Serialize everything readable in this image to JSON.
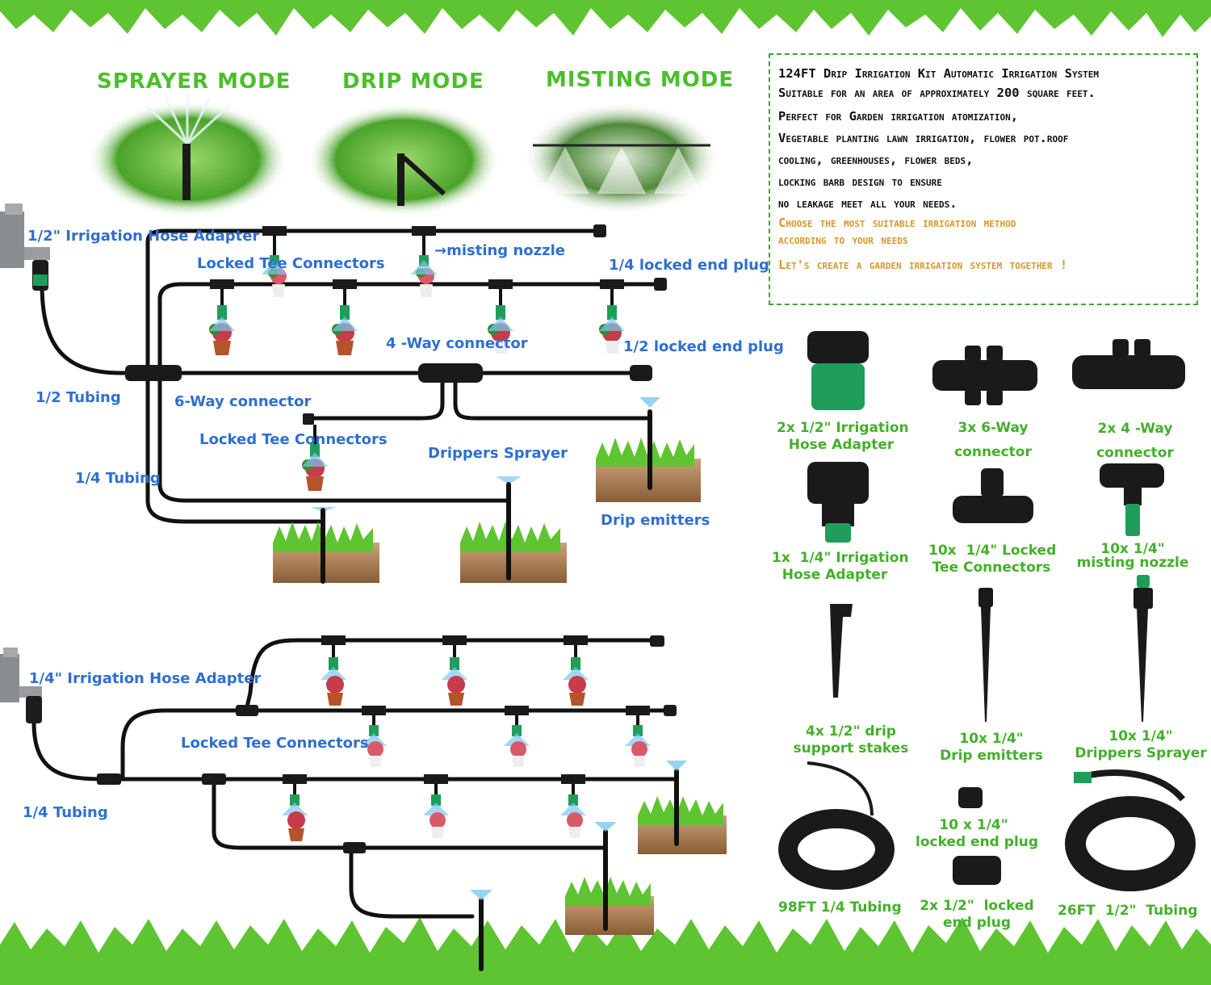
{
  "modes": {
    "sprayer": "SPRAYER MODE",
    "drip": "DRIP MODE",
    "misting": "MISTING MODE"
  },
  "info_box": {
    "lines": [
      "124FT Drip Irrigation Kit Automatic Irrigation System",
      "Suitable for an area of approximately 200 square feet.",
      "Perfect for Garden irrigation atomization,",
      "Vegetable planting lawn irrigation, flower pot.roof",
      "cooling, greenhouses, flower beds,",
      "locking barb design to ensure",
      "no leakage meet all your  needs."
    ],
    "highlight_1": "Choose the most suitable irrigation method",
    "highlight_2": "according to your needs",
    "highlight_3": "Let's create a garden irrigation system together !"
  },
  "diagram_top": {
    "hose_adapter": "1/2\" Irrigation Hose Adapter",
    "misting_nozzle": "→misting nozzle",
    "locked_tee": "Locked Tee Connectors",
    "end_plug_quarter": "1/4 locked end plug",
    "end_plug_half": "1/2 locked end plug",
    "four_way": "4 -Way connector",
    "half_tubing": "1/2 Tubing",
    "six_way": "6-Way connector",
    "locked_tee_2": "Locked Tee Connectors",
    "drippers_sprayer": "Drippers Sprayer",
    "quarter_tubing": "1/4 Tubing",
    "drip_emitters": "Drip emitters"
  },
  "diagram_bottom": {
    "hose_adapter": "1/4\" Irrigation Hose Adapter",
    "locked_tee": "Locked Tee Connectors",
    "quarter_tubing": "1/4 Tubing"
  },
  "parts": {
    "p1": "2x 1/2\" Irrigation\nHose Adapter",
    "p2": "3x 6-Way\nconnector",
    "p3": "2x 4 -Way\nconnector",
    "p4": "1x  1/4\" Irrigation\nHose Adapter",
    "p5": "10x  1/4\" Locked\nTee Connectors",
    "p6": "10x 1/4\"\nmisting nozzle",
    "p7": "4x 1/2\" drip\nsupport stakes",
    "p8": "10x 1/4\"\nDrip emitters",
    "p9": "10x 1/4\"\nDrippers Sprayer",
    "p10": "10 x 1/4\"\nlocked end plug",
    "p11": "98FT 1/4 Tubing",
    "p12": "2x 1/2\"  locked\nend plug",
    "p13": "26FT  1/2\"  Tubing"
  },
  "colors": {
    "grass": "#5fc431",
    "pipe": "#111111",
    "label_blue": "#2f6fcf",
    "label_green": "#43b02a",
    "highlight_orange": "#d9962a",
    "fitting_green": "#1e9e5a"
  }
}
